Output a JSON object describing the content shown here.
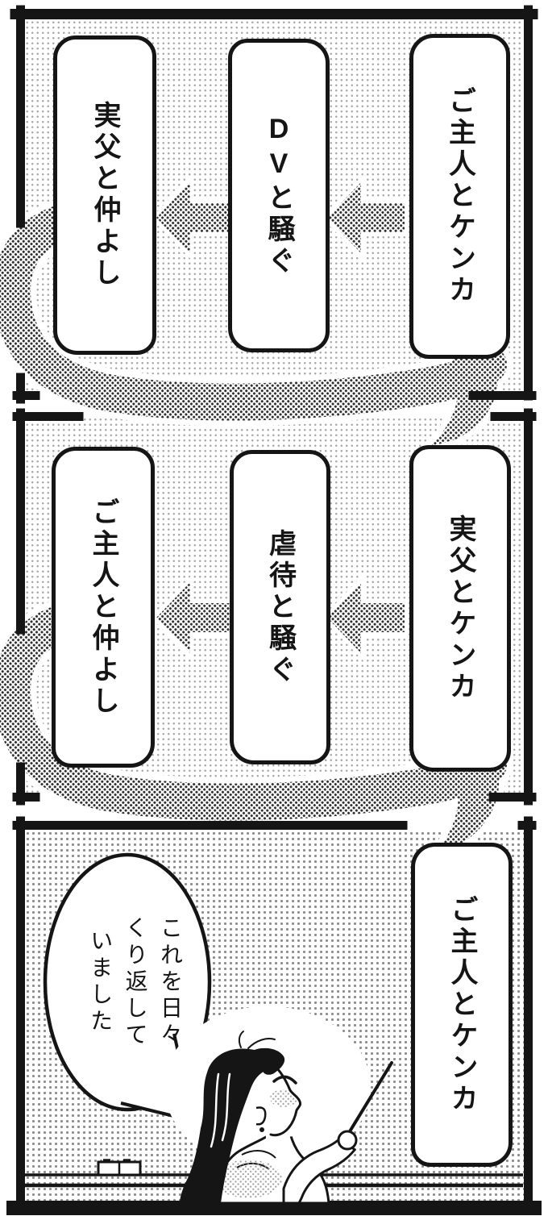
{
  "comic": {
    "type": "manga flowchart page",
    "ink_color": "#151515",
    "paper_color": "#ffffff",
    "panel1": {
      "box_right": "ご主人とケンカ",
      "box_middle": "DVと騒ぐ",
      "box_left": "実父と仲よし",
      "flow_arrow_icon": "halftone left block arrow",
      "loop_arrow_icon": "halftone curved loop arrow to next panel"
    },
    "panel2": {
      "box_right": "実父とケンカ",
      "box_middle": "虐待と騒ぐ",
      "box_left": "ご主人と仲よし",
      "flow_arrow_icon": "halftone left block arrow",
      "loop_arrow_icon": "halftone curved loop arrow to next panel"
    },
    "panel3": {
      "box_right": "ご主人とケンカ",
      "bubble_text": "これを日々\nくり返して\nいました",
      "character_icon": "long-haired woman pointing with stick",
      "prop_icon": "board eraser on tray"
    }
  }
}
